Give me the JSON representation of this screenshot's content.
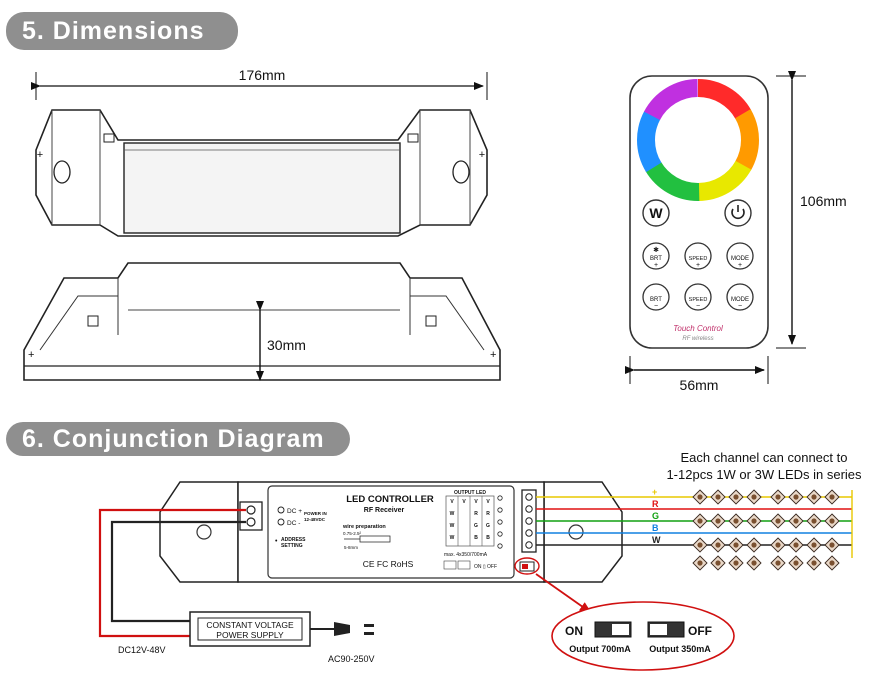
{
  "sections": {
    "dimensions_title": "5. Dimensions",
    "conjunction_title": "6. Conjunction Diagram"
  },
  "dimensions": {
    "controller_length": "176mm",
    "controller_height": "30mm",
    "remote_height": "106mm",
    "remote_width": "56mm"
  },
  "remote": {
    "w_button": "W",
    "row2": [
      "BRT",
      "SPEED",
      "MODE"
    ],
    "row3": [
      "BRT",
      "SPEED",
      "MODE"
    ],
    "brand": "Touch Control",
    "sub": "RF wireless"
  },
  "conjunction": {
    "caption_line1": "Each channel can connect to",
    "caption_line2": "1-12pcs 1W or 3W LEDs in series",
    "controller_title": "LED CONTROLLER",
    "controller_subtitle": "RF Receiver",
    "dc_plus": "DC +",
    "dc_minus": "DC -",
    "power_in_line1": "POWER IN",
    "power_in_line2": "12-48VDC",
    "address_line1": "ADDRESS",
    "address_line2": "SETTING",
    "wire_prep": "wire preparation",
    "wire_prep_range": "0.75-2.5²",
    "strip_len": "5-8mm",
    "output_led": "OUTPUT LED",
    "max_current": "max. 4x350/700mA",
    "certifications": "CE FC RoHS",
    "on_off_small": "ON ▯ OFF",
    "channels": [
      "+",
      "R",
      "G",
      "B",
      "W"
    ],
    "channel_colors": [
      "#e8c800",
      "#e01010",
      "#10a010",
      "#1080e0",
      "#222222"
    ],
    "psu_line1": "CONSTANT VOLTAGE",
    "psu_line2": "POWER SUPPLY",
    "dc_range": "DC12V-48V",
    "ac_range": "AC90-250V",
    "switch_on_label": "ON",
    "switch_off_label": "OFF",
    "output_700": "Output 700mA",
    "output_350": "Output 350mA"
  }
}
